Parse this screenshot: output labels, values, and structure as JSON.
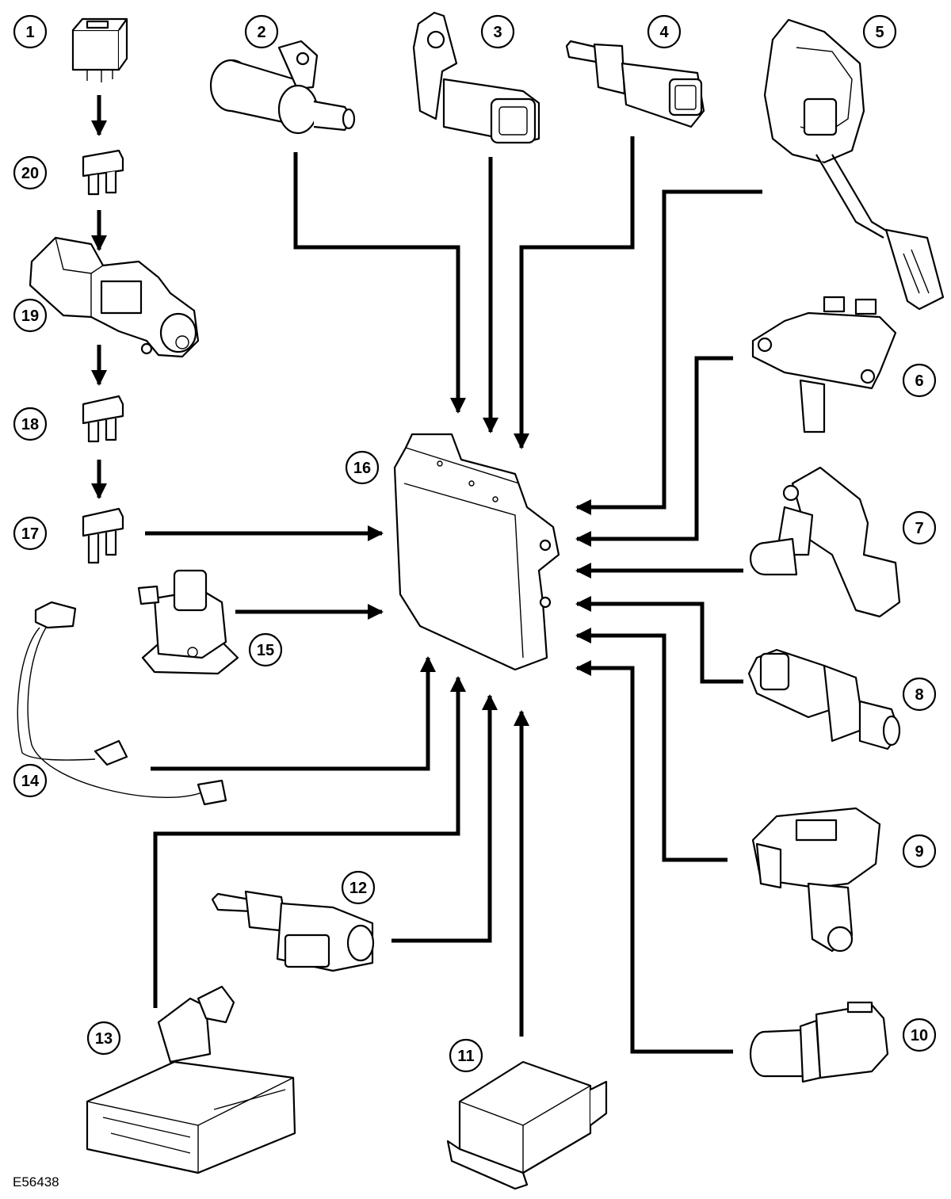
{
  "figure_id": "E56438",
  "callouts": [
    "1",
    "2",
    "3",
    "4",
    "5",
    "6",
    "7",
    "8",
    "9",
    "10",
    "11",
    "12",
    "13",
    "14",
    "15",
    "16",
    "17",
    "18",
    "19",
    "20"
  ],
  "colors": {
    "line": "#000000",
    "background": "#ffffff"
  }
}
